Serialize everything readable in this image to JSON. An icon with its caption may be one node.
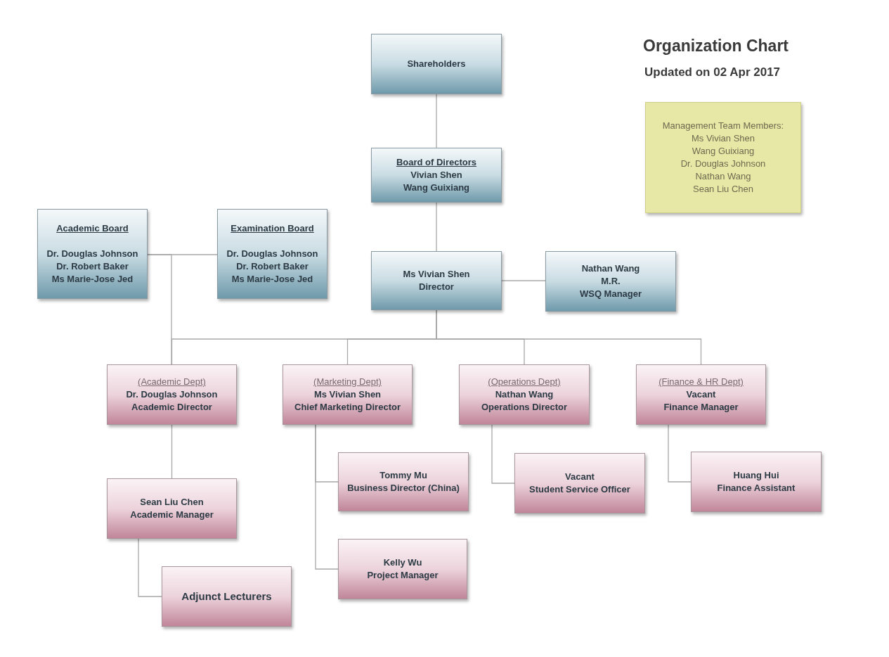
{
  "diagram": {
    "title": "Organization Chart",
    "nodes": [
      {
        "text": [
          "Shareholders"
        ]
      },
      {
        "text": [
          "Board of Directors",
          "Vivian Shen",
          "Wang Guixiang"
        ]
      },
      {
        "text": [
          "Academic Board",
          "Dr. Douglas Johnson",
          "Dr. Robert Baker",
          "Ms Marie-Jose Jed"
        ]
      },
      {
        "text": [
          "Examination Board",
          "Dr. Douglas Johnson",
          "Dr. Robert Baker",
          "Ms Marie-Jose Jed"
        ]
      },
      {
        "text": [
          "Ms Vivian Shen",
          "Director"
        ]
      },
      {
        "text": [
          "Nathan Wang",
          "M.R.",
          "WSQ Manager"
        ]
      },
      {
        "text": [
          "(Academic Dept)",
          "Dr. Douglas Johnson",
          "Academic Director"
        ]
      },
      {
        "text": [
          "(Marketing Dept)",
          "Ms Vivian Shen",
          "Chief Marketing Director"
        ]
      },
      {
        "text": [
          "(Operations Dept)",
          "Nathan Wang",
          "Operations Director"
        ]
      },
      {
        "text": [
          "(Finance & HR Dept)",
          "Vacant",
          "Finance Manager"
        ]
      },
      {
        "text": [
          "Sean Liu Chen",
          "Academic Manager"
        ]
      },
      {
        "text": [
          "Adjunct Lecturers"
        ]
      },
      {
        "text": [
          "Tommy Mu",
          "Business Director (China)"
        ]
      },
      {
        "text": [
          "Kelly Wu",
          "Project Manager"
        ]
      },
      {
        "text": [
          "Vacant",
          "Student Service Officer"
        ]
      },
      {
        "text": [
          "Huang Hui",
          "Finance Assistant"
        ]
      },
      {
        "text": [
          "Management Team Members:",
          "Ms Vivian Shen",
          "Wang Guixiang",
          "Dr. Douglas Johnson",
          "Nathan Wang",
          "Sean Liu Chen"
        ]
      }
    ],
    "edges": [
      {
        "from": 0,
        "to": 1,
        "arrow": "none"
      },
      {
        "from": 1,
        "to": 4,
        "arrow": "none"
      },
      {
        "from": 4,
        "to": 5,
        "arrow": "none"
      },
      {
        "from": 2,
        "to": 3,
        "arrow": "none"
      },
      {
        "from": 4,
        "to": 6,
        "arrow": "none"
      },
      {
        "from": 4,
        "to": 7,
        "arrow": "none"
      },
      {
        "from": 4,
        "to": 8,
        "arrow": "none"
      },
      {
        "from": 4,
        "to": 9,
        "arrow": "none"
      },
      {
        "from": 2,
        "to": 6,
        "arrow": "none"
      },
      {
        "from": 6,
        "to": 10,
        "arrow": "none"
      },
      {
        "from": 10,
        "to": 11,
        "arrow": "none"
      },
      {
        "from": 7,
        "to": 12,
        "arrow": "none"
      },
      {
        "from": 7,
        "to": 13,
        "arrow": "none"
      },
      {
        "from": 8,
        "to": 14,
        "arrow": "none"
      },
      {
        "from": 9,
        "to": 15,
        "arrow": "none"
      }
    ],
    "labels": [
      "Updated on 02 Apr 2017"
    ]
  }
}
